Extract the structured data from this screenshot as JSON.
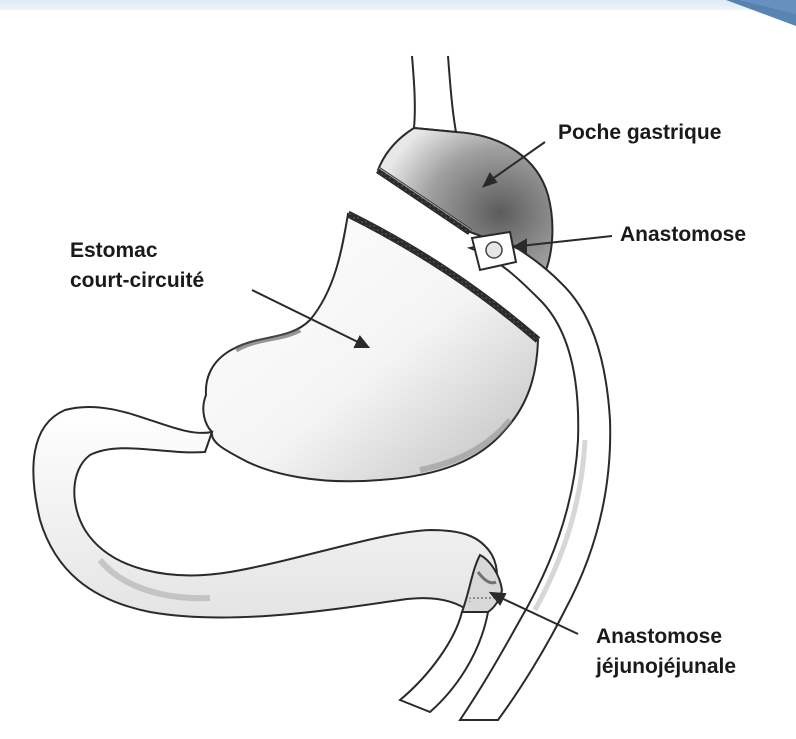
{
  "labels": {
    "poche": "Poche gastrique",
    "anastomose_top": "Anastomose",
    "estomac_line1": "Estomac",
    "estomac_line2": "court-circuité",
    "anastomose_bottom_line1": "Anastomose",
    "anastomose_bottom_line2": "jéjunojéjunale"
  },
  "colors": {
    "ink": "#2a2a2a",
    "shade": "#7a7a7a",
    "accent_band": "#dde9f4",
    "corner": "#3d6fa3"
  }
}
